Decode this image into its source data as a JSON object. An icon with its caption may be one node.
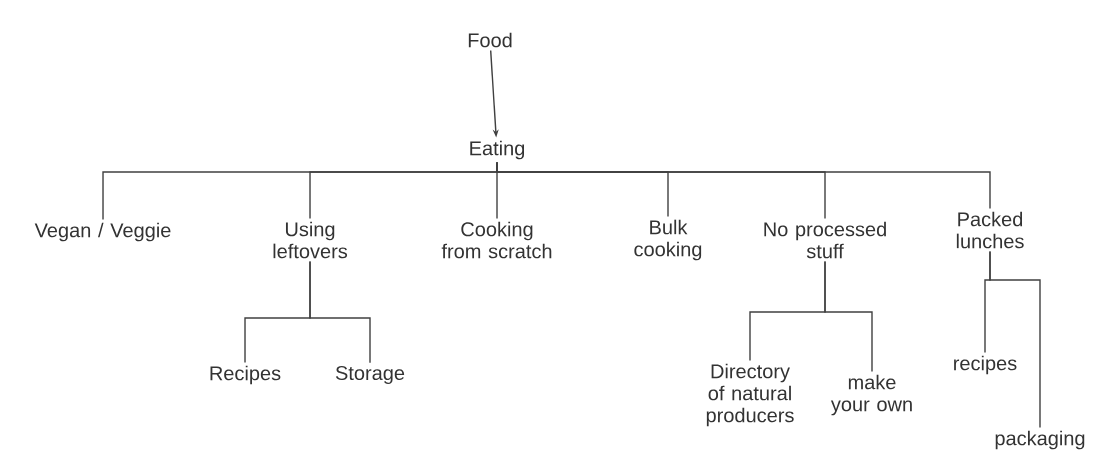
{
  "diagram": {
    "nodes": [
      {
        "text": [
          "Food"
        ]
      },
      {
        "text": [
          "Eating"
        ]
      },
      {
        "text": [
          "Vegan / Veggie"
        ]
      },
      {
        "text": [
          "Using leftovers"
        ]
      },
      {
        "text": [
          "Cooking from scratch"
        ]
      },
      {
        "text": [
          "Bulk cooking"
        ]
      },
      {
        "text": [
          "No processed stuff"
        ]
      },
      {
        "text": [
          "Packed lunches"
        ]
      },
      {
        "text": [
          "Recipes"
        ]
      },
      {
        "text": [
          "Storage"
        ]
      },
      {
        "text": [
          "Directory of natural producers"
        ]
      },
      {
        "text": [
          "make your own"
        ]
      },
      {
        "text": [
          "recipes"
        ]
      },
      {
        "text": [
          "packaging"
        ]
      }
    ],
    "edges": [
      {
        "from": 0,
        "to": 1,
        "arrow": "to"
      },
      {
        "from": 1,
        "to": 2,
        "arrow": "none"
      },
      {
        "from": 1,
        "to": 3,
        "arrow": "none"
      },
      {
        "from": 1,
        "to": 4,
        "arrow": "none"
      },
      {
        "from": 1,
        "to": 5,
        "arrow": "none"
      },
      {
        "from": 1,
        "to": 6,
        "arrow": "none"
      },
      {
        "from": 1,
        "to": 7,
        "arrow": "none"
      },
      {
        "from": 3,
        "to": 8,
        "arrow": "none"
      },
      {
        "from": 3,
        "to": 9,
        "arrow": "none"
      },
      {
        "from": 6,
        "to": 10,
        "arrow": "none"
      },
      {
        "from": 6,
        "to": 11,
        "arrow": "none"
      },
      {
        "from": 7,
        "to": 12,
        "arrow": "none"
      },
      {
        "from": 7,
        "to": 13,
        "arrow": "none"
      }
    ]
  }
}
